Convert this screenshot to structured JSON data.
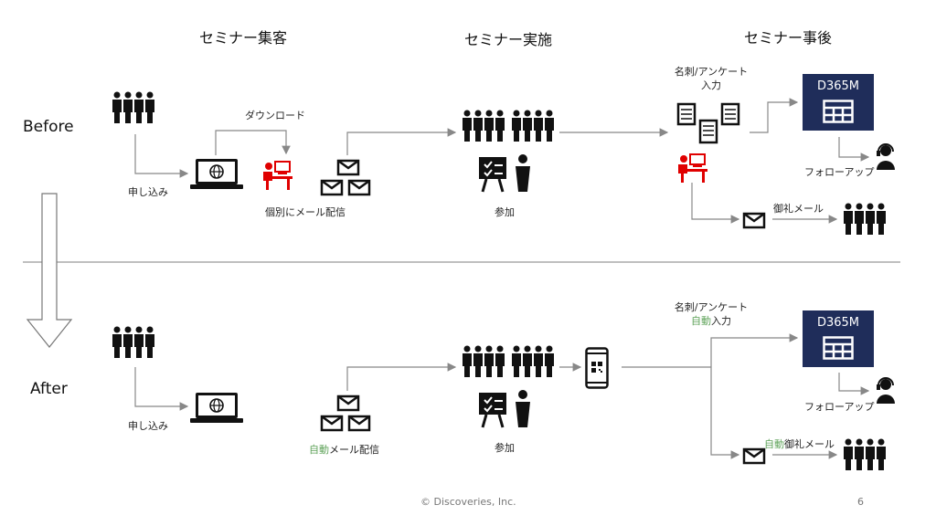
{
  "stages": [
    "セミナー集客",
    "セミナー実施",
    "セミナー事後"
  ],
  "rows": {
    "before": "Before",
    "after": "After"
  },
  "before": {
    "signup": "申し込み",
    "download": "ダウンロード",
    "individual_mail": "個別にメール配信",
    "attend": "参加",
    "card_survey_line1": "名刺/アンケート",
    "card_survey_line2": "入力",
    "crm": "D365M",
    "followup": "フォローアップ",
    "thanks_mail": "御礼メール"
  },
  "after": {
    "signup": "申し込み",
    "auto_mail_auto": "自動",
    "auto_mail_rest": "メール配信",
    "attend": "参加",
    "card_survey_line1": "名刺/アンケート",
    "card_survey_auto": "自動",
    "card_survey_rest": "入力",
    "crm": "D365M",
    "followup": "フォローアップ",
    "thanks_auto": "自動",
    "thanks_rest": "御礼メール"
  },
  "footer": {
    "copyright": "© Discoveries, Inc.",
    "page": "6"
  },
  "colors": {
    "navy": "#1f2d5a",
    "red": "#e00000",
    "green": "#5fa35a",
    "line": "#888888"
  }
}
